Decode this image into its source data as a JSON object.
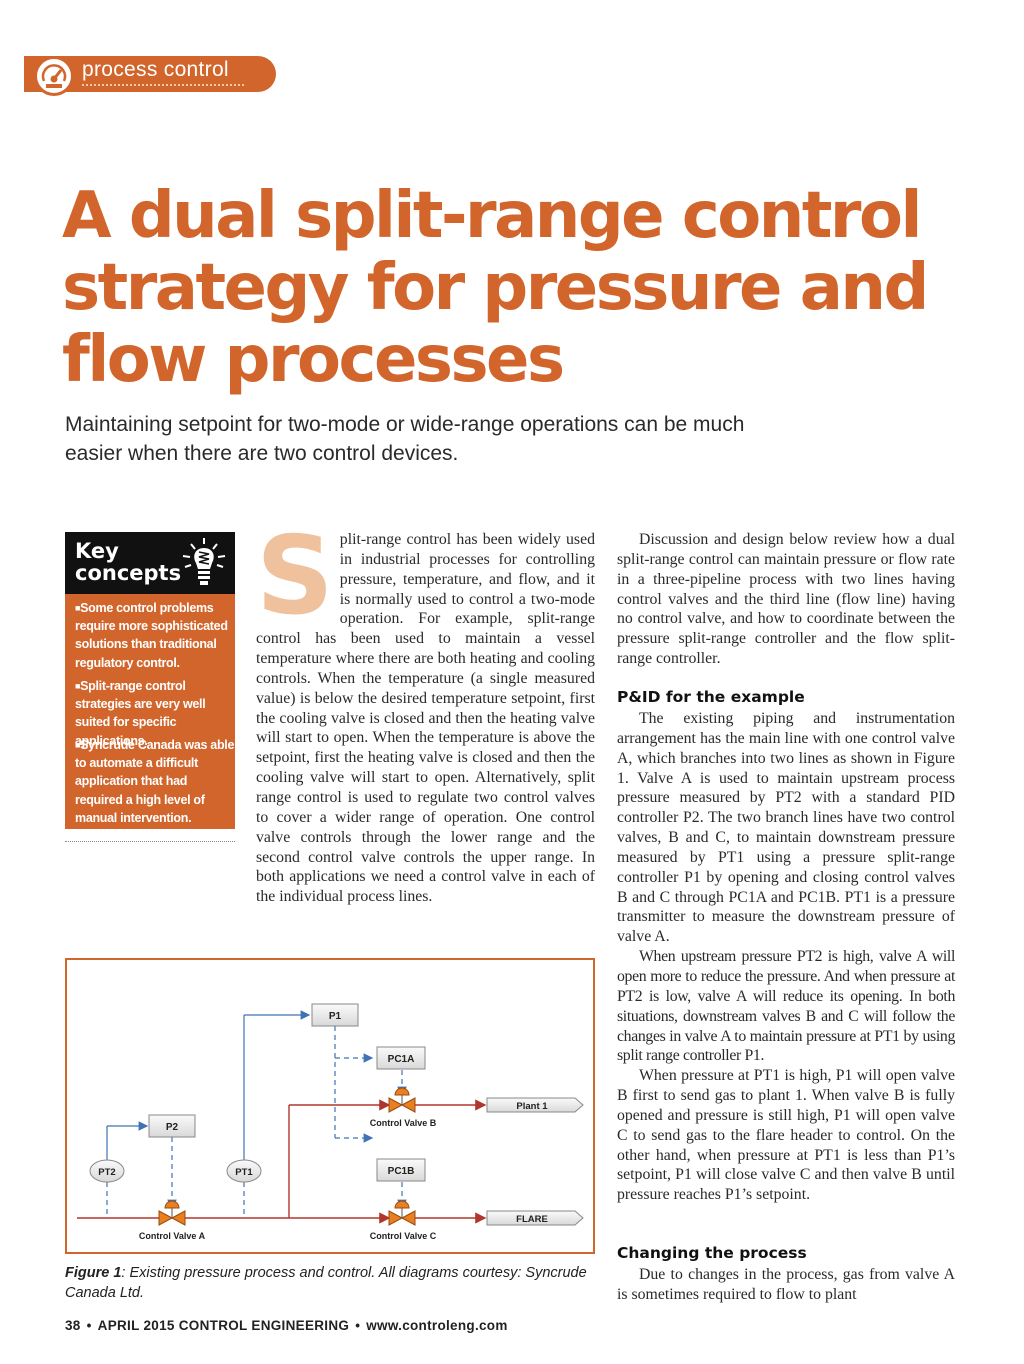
{
  "section": {
    "label": "process control"
  },
  "title": "A dual split-range control strategy for pressure and flow processes",
  "subtitle": "Maintaining setpoint for two-mode or wide-range operations can be much easier when there are two control devices.",
  "key_concepts": {
    "heading": "Key\nconcepts",
    "items": [
      "Some control problems require more sophisticated solutions than traditional regulatory control.",
      "Split-range control strategies are very well suited for specific applications.",
      "Syncrude Canada was able to automate a difficult application that had required a high level of manual intervention."
    ]
  },
  "body": {
    "dropcap": "S",
    "col1": "plit-range control has been widely used in industrial processes for controlling pressure, temperature, and flow, and it is normally used to control a two-mode operation. For example, split-range control has been used to maintain a vessel temperature where there are both heating and cooling controls. When the temperature (a single measured value) is below the desired temperature setpoint, first the cooling valve is closed and then the heating valve will start to open. When the temperature is above the setpoint, first the heating valve is closed and then the cooling valve will start to open. Alternatively, split range control is used to regulate two control valves to cover a wider range of operation. One control valve controls through the lower range and the second control valve controls the upper range. In both applications we need a control valve in each of the individual process lines.",
    "col2_intro": "Discussion and design below review how a dual split-range control can maintain pressure or flow rate in a three-pipeline process with two lines having control valves and the third line (flow line) having no control valve, and how to coordinate between the pressure split-range controller and the flow split-range controller.",
    "pid_heading": "P&ID for the example",
    "pid_p1": "The existing piping and instrumentation arrangement has the main line with one control valve A, which branches into two lines as shown in Figure 1. Valve A is used to maintain upstream process pressure measured by PT2 with a standard PID controller P2. The two branch lines have two control valves, B and C, to maintain downstream pressure measured by PT1 using a pressure split-range controller P1 by opening and closing control valves B and C through PC1A and PC1B. PT1 is a pressure transmitter to measure the downstream pressure of valve A.",
    "pid_p2": "When upstream pressure PT2 is high, valve A will open more to reduce the pressure. And when pressure at PT2 is low, valve A will reduce its opening. In both situations, downstream valves B and C will follow the changes in valve A to maintain pressure at PT1 by using split range controller P1.",
    "pid_p3": "When pressure at PT1 is high, P1 will open valve B first to send gas to plant 1. When valve B is fully opened and pressure is still high, P1 will open valve C to send gas to the flare header to control. On the other hand, when pressure at PT1 is less than P1’s setpoint, P1 will close valve C and then valve B until pressure reaches P1’s setpoint.",
    "change_heading": "Changing the process",
    "change_p1": "Due to changes in the process, gas from valve A is sometimes required to flow to plant"
  },
  "figure": {
    "labels": {
      "p1": "P1",
      "pc1a": "PC1A",
      "pc1b": "PC1B",
      "p2": "P2",
      "pt2": "PT2",
      "pt1": "PT1",
      "valve_a": "Control Valve A",
      "valve_b": "Control Valve B",
      "valve_c": "Control Valve C",
      "plant1": "Plant 1",
      "flare": "FLARE"
    },
    "caption_label": "Figure 1",
    "caption_text": ": Existing pressure process and control. All diagrams courtesy: Syncrude Canada Ltd."
  },
  "footer": {
    "page": "38",
    "issue": "APRIL 2015 CONTROL ENGINEERING",
    "url": "www.controleng.com"
  },
  "colors": {
    "accent": "#d2652b",
    "dropcap": "#efc29d",
    "pipe": "#b0362c",
    "signal": "#3f73b5"
  }
}
